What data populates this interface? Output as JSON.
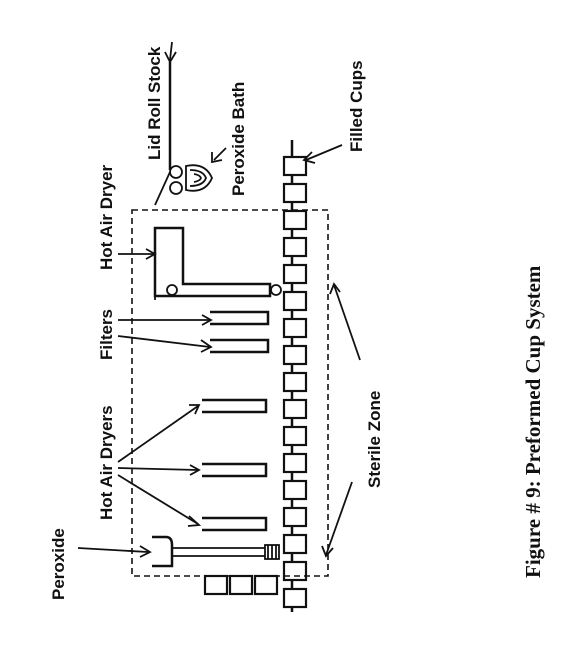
{
  "labels": {
    "lid_roll_stock": "Lid Roll Stock",
    "peroxide_bath": "Peroxide Bath",
    "filled_cups": "Filled Cups",
    "hot_air_dryer": "Hot Air Dryer",
    "filters": "Filters",
    "hot_air_dryers": "Hot Air Dryers",
    "sterile_zone": "Sterile Zone",
    "peroxide": "Peroxide"
  },
  "caption": "Figure # 9: Preformed Cup System"
}
